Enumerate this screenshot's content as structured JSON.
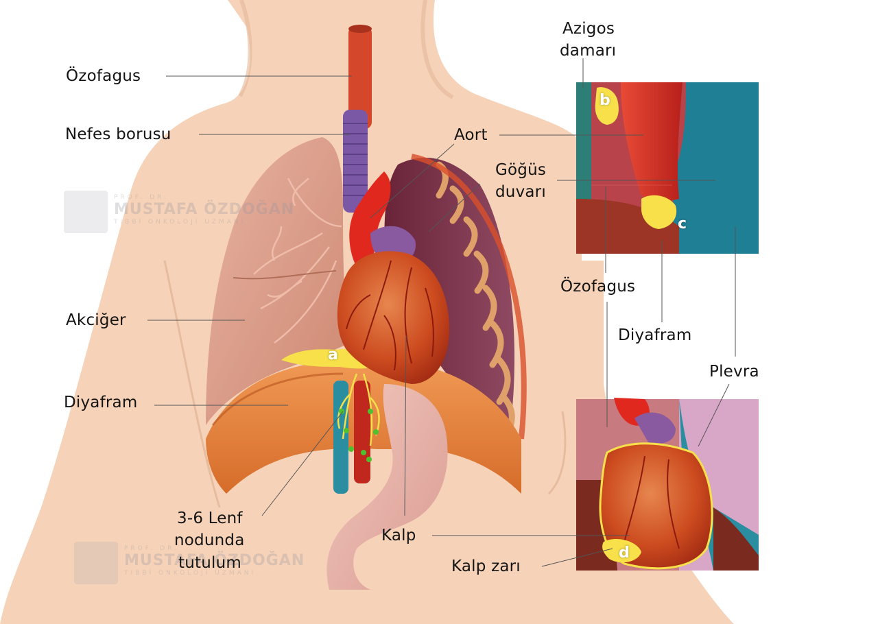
{
  "labels": {
    "ozofagus": "Özofagus",
    "nefes_borusu": "Nefes borusu",
    "akciger": "Akciğer",
    "diyafram": "Diyafram",
    "lenf_1": "3-6 Lenf",
    "lenf_2": "nodunda",
    "lenf_3": "tutulum",
    "kalp": "Kalp",
    "aort": "Aort",
    "gogus_1": "Göğüs",
    "gogus_2": "duvarı",
    "azigos_1": "Azigos",
    "azigos_2": "damarı",
    "ozofagus_inset": "Özofagus",
    "diyafram_inset": "Diyafram",
    "plevra": "Plevra",
    "kalp_zari": "Kalp zarı"
  },
  "markers": {
    "a": "a",
    "b": "b",
    "c": "c",
    "d": "d"
  },
  "watermark": {
    "line1": "PROF. DR.",
    "line2": "MUSTAFA ÖZDOĞAN",
    "line3": "TIBBİ ONKOLOJİ UZMANI"
  },
  "colors": {
    "skin": "#f6d3b8",
    "lung": "#d99a86",
    "heart": "#c8401c",
    "aorta": "#e0281e",
    "diaphragm": "#e8843e",
    "trachea": "#7a58a6",
    "vena": "#2b8ea0",
    "tumor": "#f7e04a",
    "pleura_blue": "#1f7f95",
    "lymph_green": "#4fc030"
  }
}
